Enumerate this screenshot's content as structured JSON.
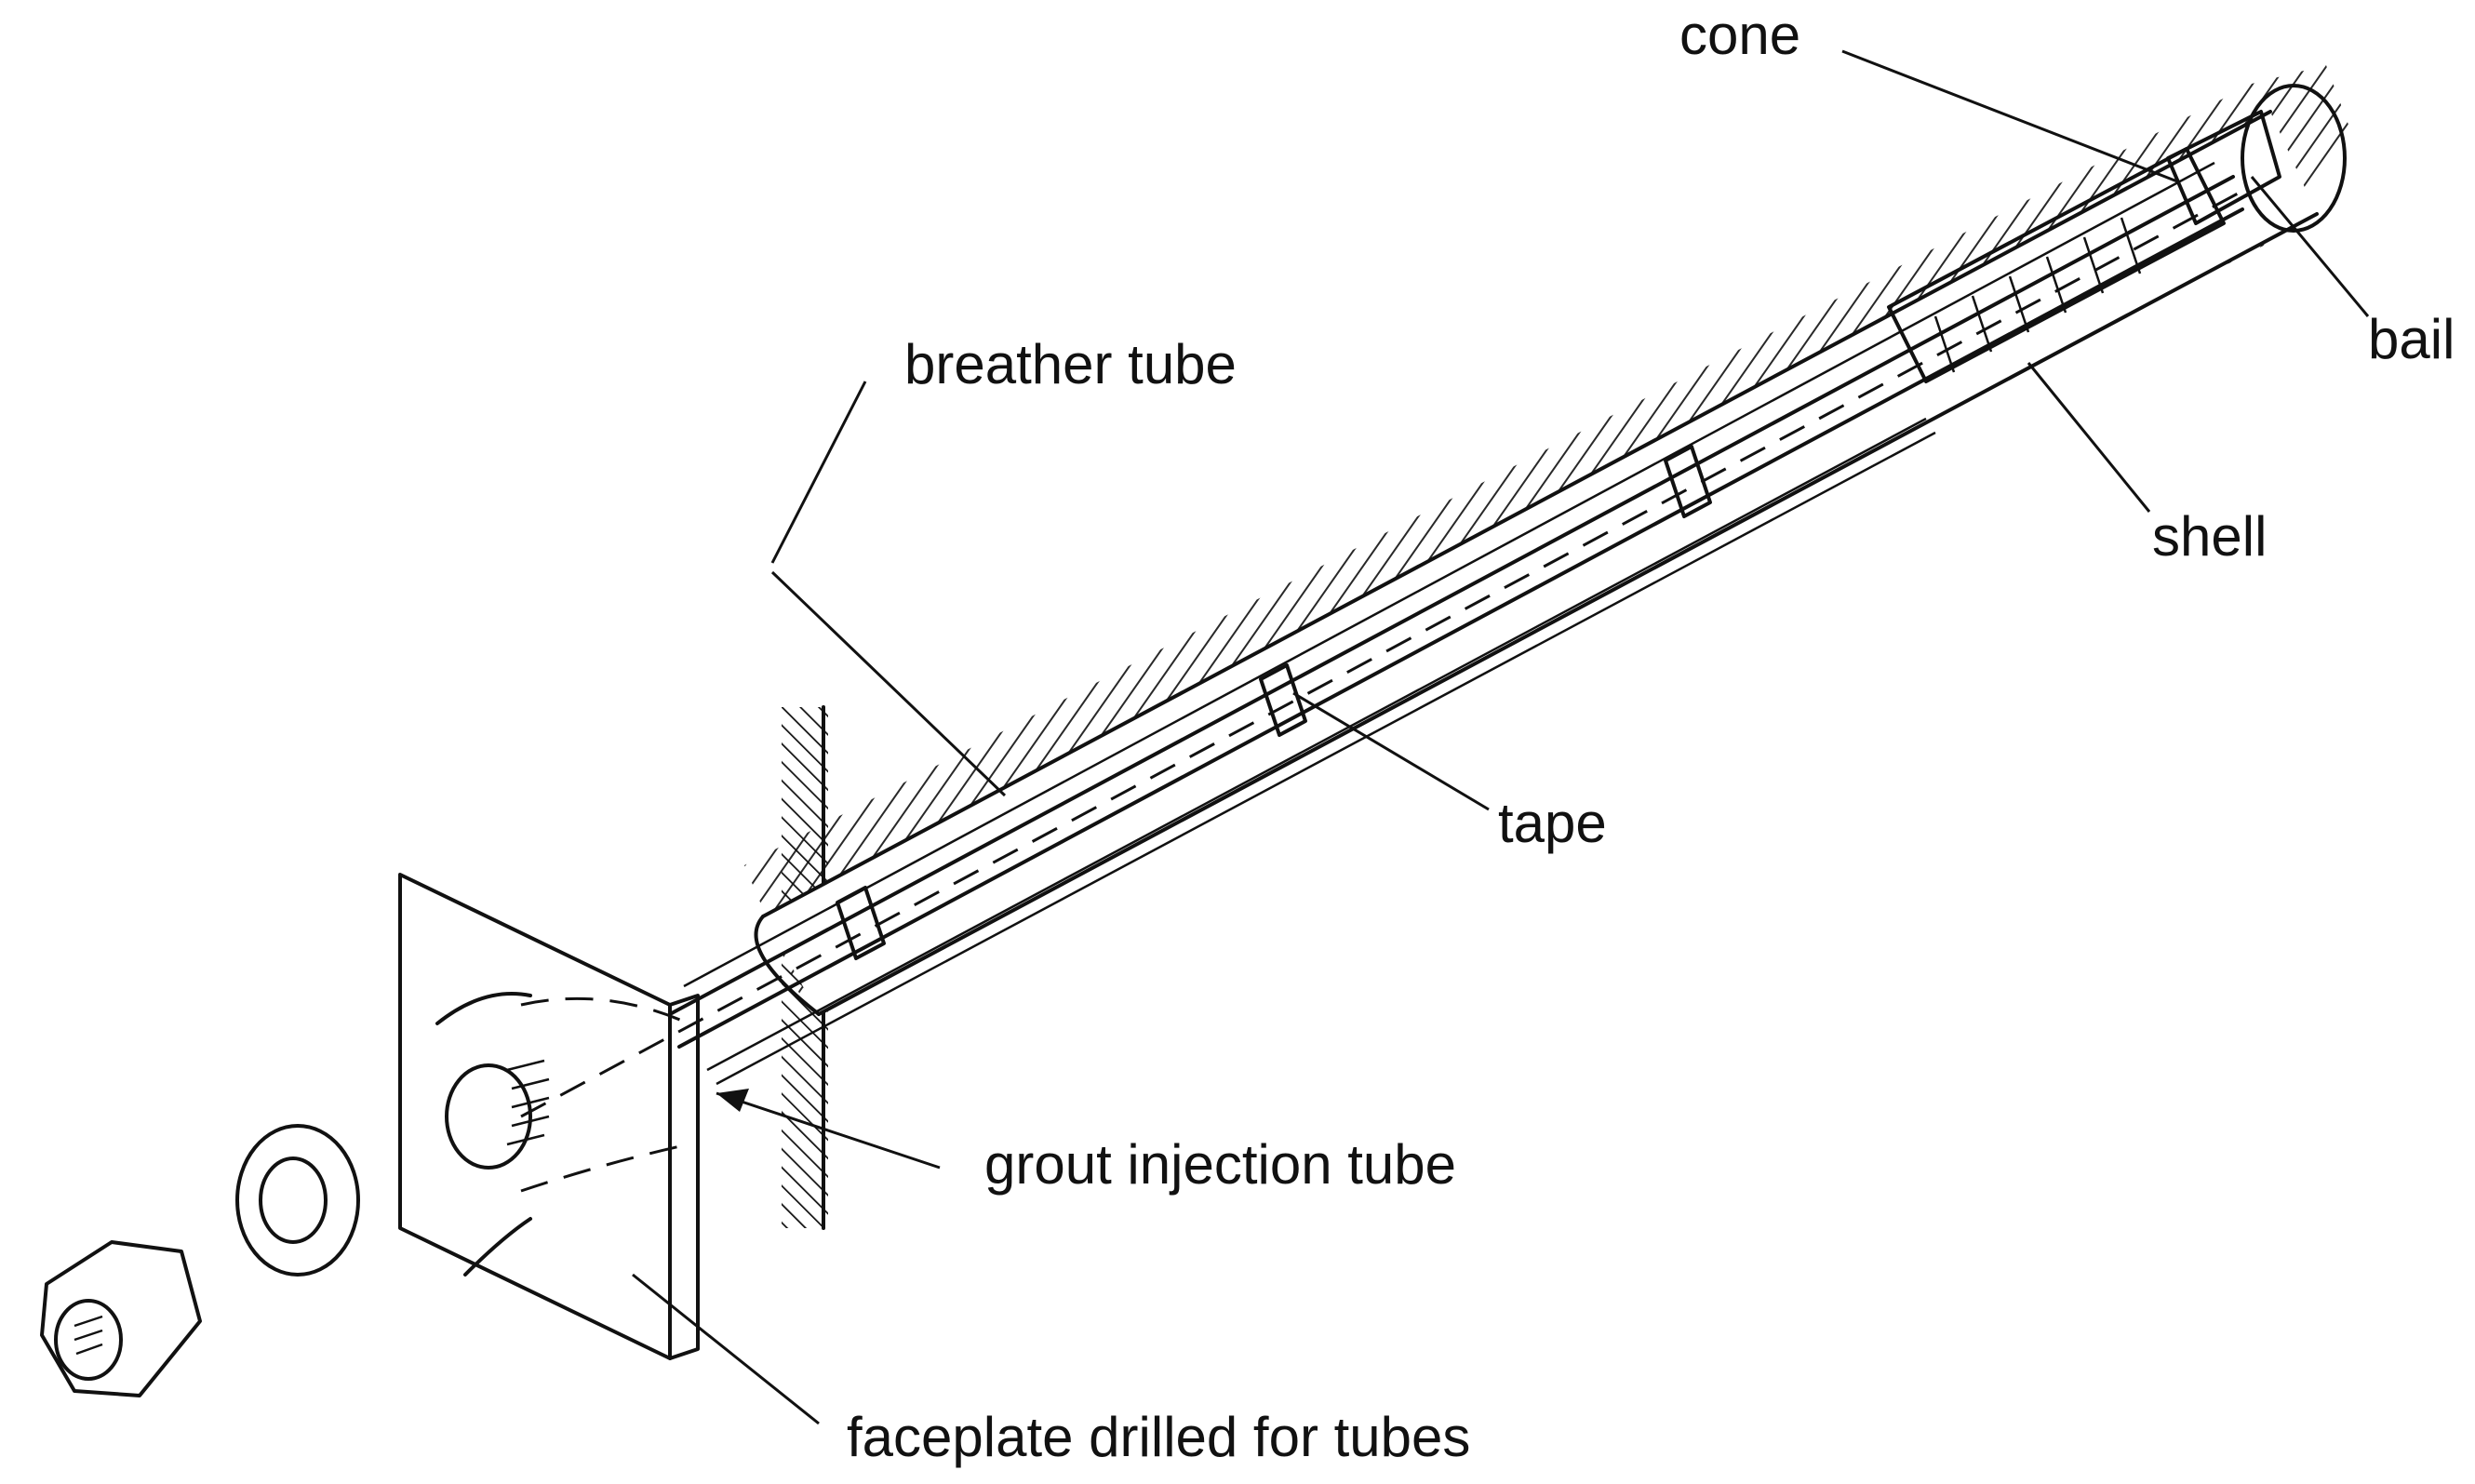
{
  "labels": {
    "cone": "cone",
    "bail": "bail",
    "shell": "shell",
    "breather_tube": "breather tube",
    "tape": "tape",
    "grout_injection_tube": "grout injection tube",
    "faceplate": "faceplate drilled for tubes"
  }
}
